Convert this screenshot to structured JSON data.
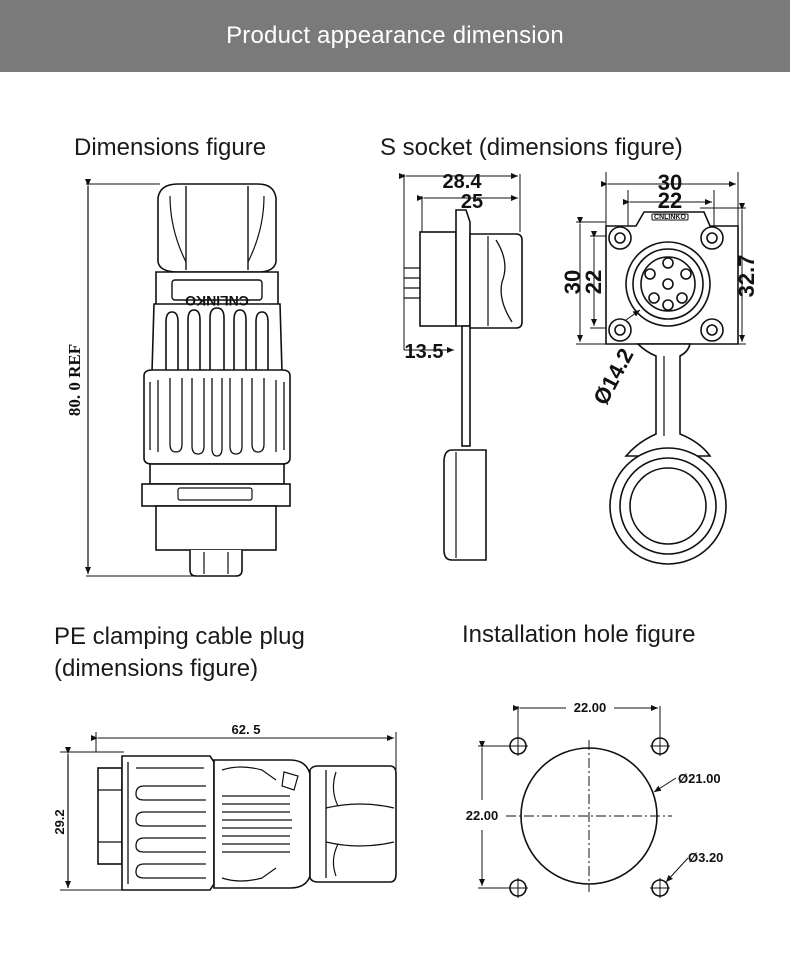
{
  "header": {
    "title": "Product appearance dimension"
  },
  "panels": {
    "plug": {
      "caption": "Dimensions figure",
      "logo_text": "CNLINKO",
      "height_label": "80. 0 REF"
    },
    "socket": {
      "caption": "S socket (dimensions figure)",
      "dims": {
        "outer_depth": "28.4",
        "inner_depth": "25",
        "flange": "13.5",
        "width_outer": "30",
        "width_inner": "22",
        "height_outer": "30",
        "height_inner": "22",
        "height_total": "32.7",
        "diameter": "Ø14.2"
      },
      "logo_text": "CNLINKO"
    },
    "cable_plug": {
      "caption_line1": "PE clamping cable plug",
      "caption_line2": "(dimensions figure)",
      "dims": {
        "length": "62. 5",
        "height": "29.2"
      }
    },
    "hole": {
      "caption": "Installation hole figure",
      "dims": {
        "spacing_x": "22.00",
        "spacing_y": "22.00",
        "hole_dia": "Ø21.00",
        "screw_dia": "Ø3.20"
      }
    }
  },
  "colors": {
    "header_bg": "#7a7a7a",
    "header_text": "#ffffff",
    "line": "#111111"
  }
}
